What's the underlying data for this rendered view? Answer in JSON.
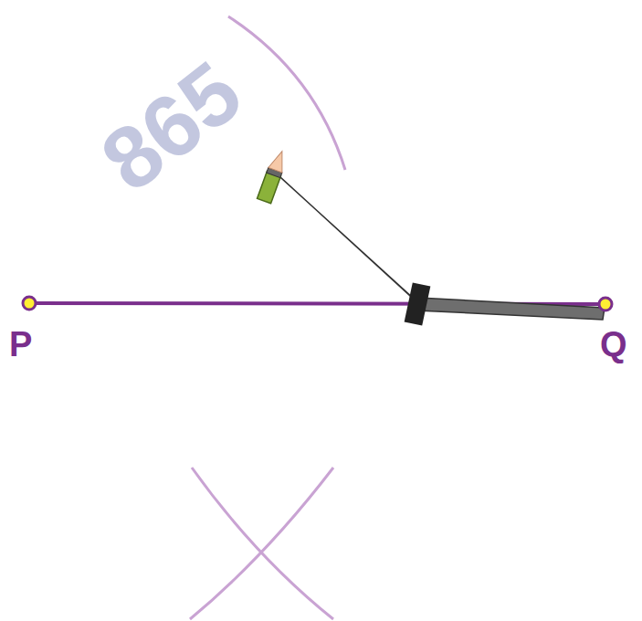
{
  "diagram": {
    "labels": [
      "865",
      "P",
      "Q"
    ]
  }
}
